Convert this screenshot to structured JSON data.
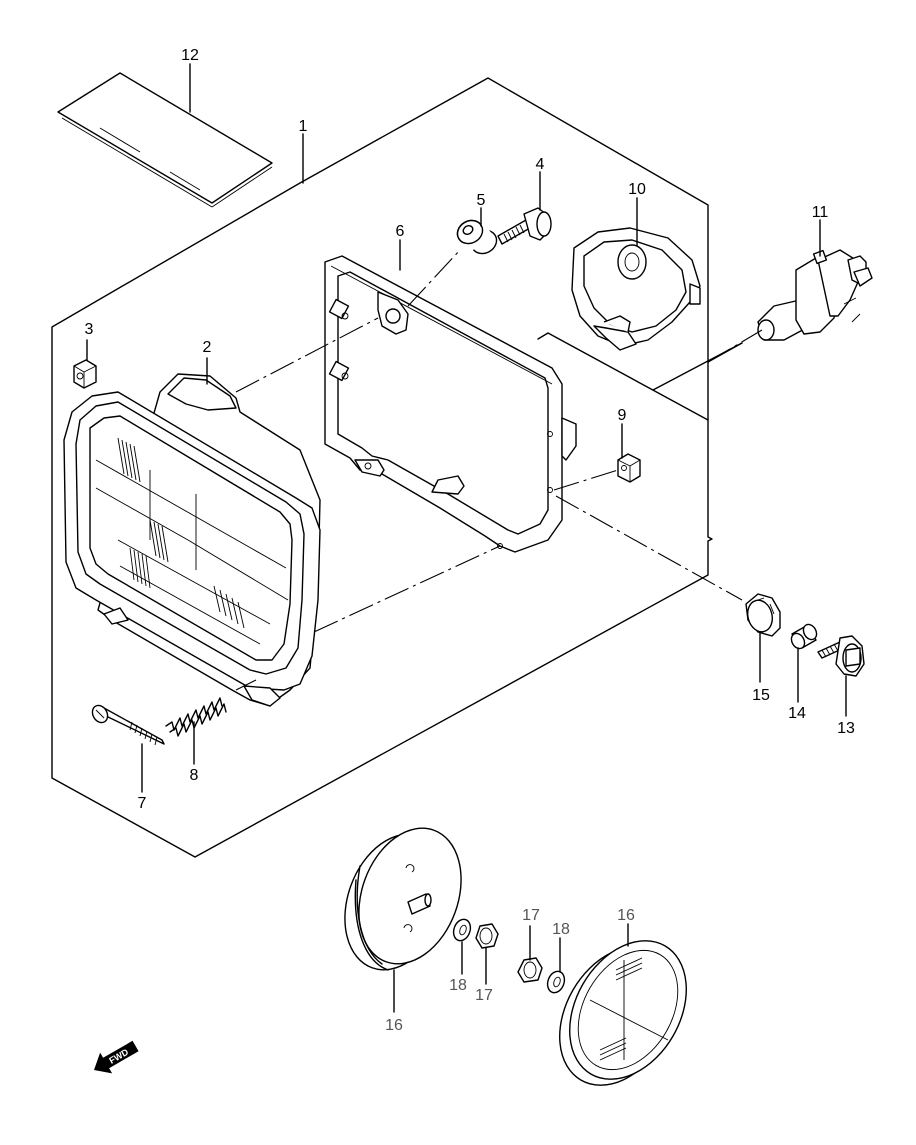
{
  "diagram": {
    "callouts": [
      {
        "id": "c1",
        "text": "1"
      },
      {
        "id": "c2",
        "text": "2"
      },
      {
        "id": "c3",
        "text": "3"
      },
      {
        "id": "c4",
        "text": "4"
      },
      {
        "id": "c5",
        "text": "5"
      },
      {
        "id": "c6",
        "text": "6"
      },
      {
        "id": "c7",
        "text": "7"
      },
      {
        "id": "c8",
        "text": "8"
      },
      {
        "id": "c9",
        "text": "9"
      },
      {
        "id": "c10",
        "text": "10"
      },
      {
        "id": "c11",
        "text": "11"
      },
      {
        "id": "c12",
        "text": "12"
      },
      {
        "id": "c13",
        "text": "13"
      },
      {
        "id": "c14",
        "text": "14"
      },
      {
        "id": "c15",
        "text": "15"
      },
      {
        "id": "c16a",
        "text": "16"
      },
      {
        "id": "c16b",
        "text": "16"
      },
      {
        "id": "c17a",
        "text": "17"
      },
      {
        "id": "c17b",
        "text": "17"
      },
      {
        "id": "c18a",
        "text": "18"
      },
      {
        "id": "c18b",
        "text": "18"
      }
    ],
    "fwd_arrow_text": "FWD"
  }
}
